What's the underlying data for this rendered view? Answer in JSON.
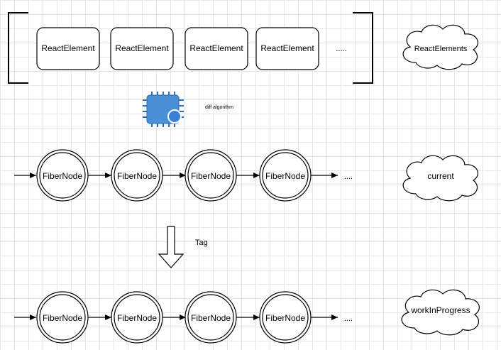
{
  "react_elements": {
    "boxes": [
      "ReactElement",
      "ReactElement",
      "ReactElement",
      "ReactElement"
    ],
    "ellipsis": ".....",
    "cloud_label": "ReactElements"
  },
  "diff": {
    "label": "diff algorithm",
    "icon": "cpu-chip-icon"
  },
  "current_row": {
    "nodes": [
      "FiberNode",
      "FiberNode",
      "FiberNode",
      "FiberNode"
    ],
    "ellipsis": "....",
    "cloud_label": "current"
  },
  "tag": {
    "label": "Tag"
  },
  "wip_row": {
    "nodes": [
      "FiberNode",
      "FiberNode",
      "FiberNode",
      "FiberNode"
    ],
    "ellipsis": "....",
    "cloud_label": "workInProgress"
  },
  "colors": {
    "stroke": "#000000",
    "chip_fill": "#4a90d9",
    "chip_stroke": "#2b6cb0",
    "grid": "#e6e6e6"
  }
}
